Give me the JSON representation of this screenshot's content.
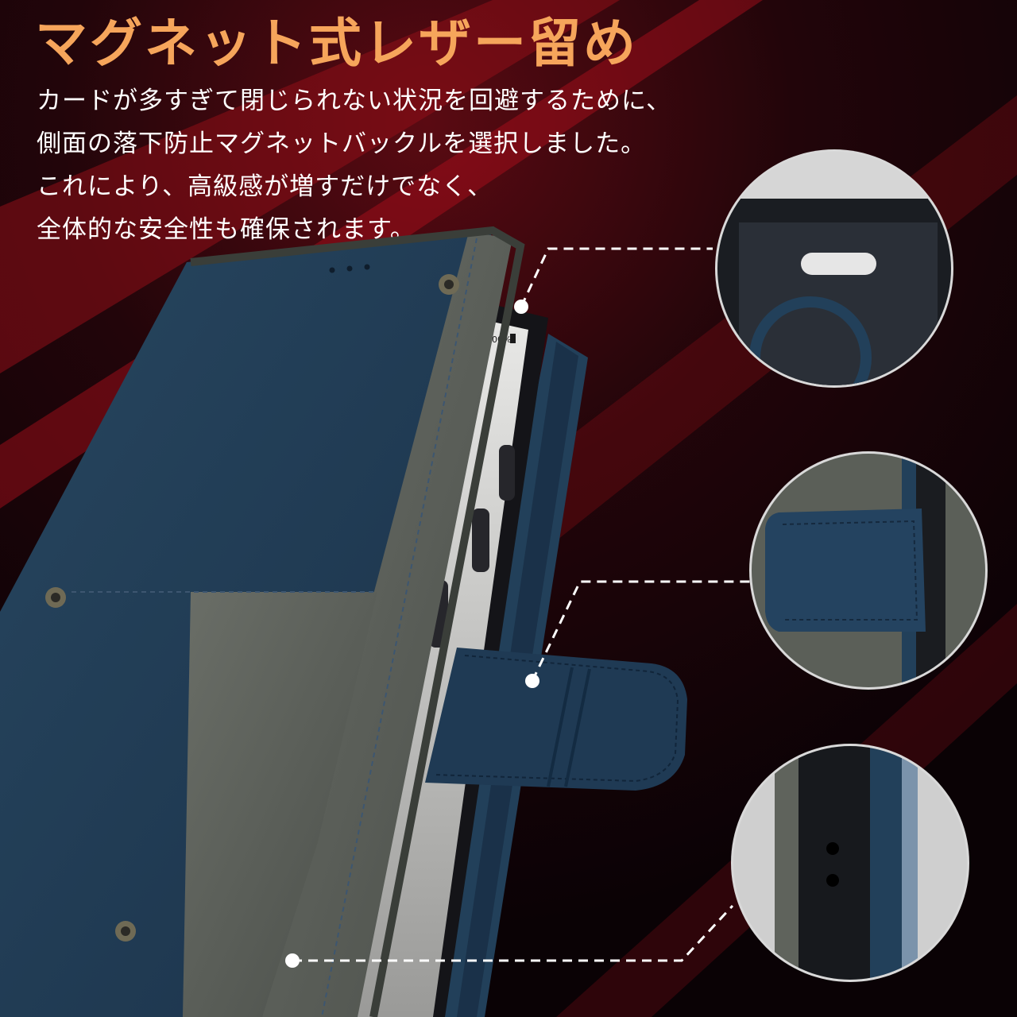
{
  "title": "マグネット式レザー留め",
  "description": [
    "カードが多すぎて閉じられない状況を回避するために、",
    "側面の落下防止マグネットバックルを選択しました。",
    "これにより、高級感が増すだけでなく、",
    "全体的な安全性も確保されます。"
  ],
  "phone": {
    "battery_text": "100%"
  },
  "colors": {
    "title": "#f6a55b",
    "background": "#0d0306",
    "accent_red": "#b3101c",
    "leather_navy": "#23405a",
    "leather_gray": "#5a5e58"
  }
}
